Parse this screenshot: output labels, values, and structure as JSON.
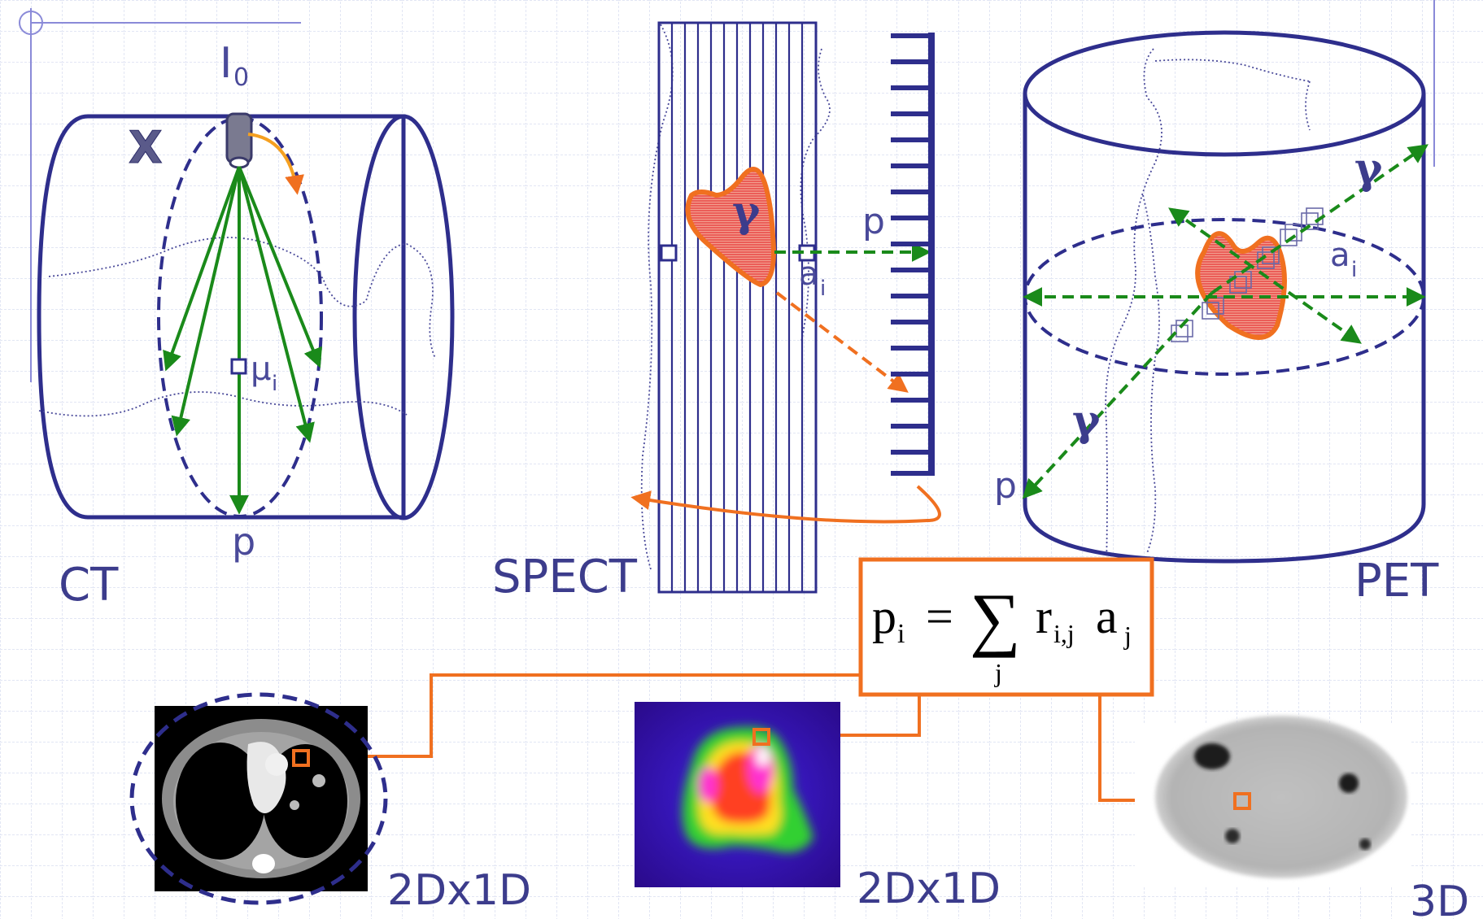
{
  "labels": {
    "ct": "CT",
    "spect": "SPECT",
    "pet": "PET",
    "ct_source": "I",
    "ct_source_sub": "0",
    "ct_x": "X",
    "ct_p": "p",
    "ct_mu": "μ",
    "ct_mu_sub": "i",
    "spect_gamma": "γ",
    "spect_p": "p",
    "spect_a": "a",
    "spect_a_sub": "i",
    "pet_gamma_top": "γ",
    "pet_gamma_bottom": "γ",
    "pet_p": "p",
    "pet_a": "a",
    "pet_a_sub": "i",
    "dim_ct": "2Dx1D",
    "dim_spect": "2Dx1D",
    "dim_pet": "3D"
  },
  "equation": {
    "lhs": "p",
    "lhs_sub": "i",
    "eq": "=",
    "sum": "∑",
    "sum_sub": "j",
    "r": "r",
    "r_sub": "i,j",
    "a": "a",
    "a_sub": "j"
  },
  "colors": {
    "navy": "#2e2e8c",
    "green": "#1a8a1a",
    "orange": "#f07020",
    "grid": "#c4cce8",
    "background": "#ffffff"
  }
}
